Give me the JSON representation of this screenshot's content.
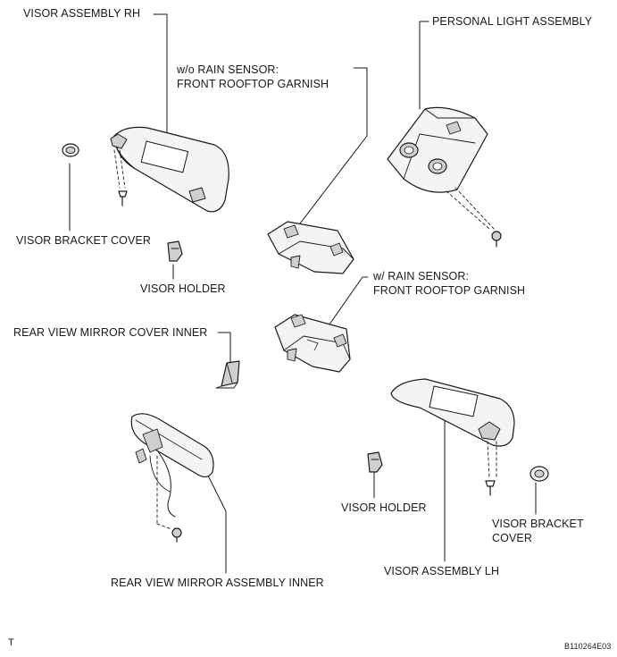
{
  "labels": {
    "visor_assembly_rh": "VISOR ASSEMBLY RH",
    "personal_light_assembly": "PERSONAL LIGHT ASSEMBLY",
    "garnish_wo_sensor_line1": "w/o RAIN SENSOR:",
    "garnish_wo_sensor_line2": "FRONT ROOFTOP GARNISH",
    "visor_bracket_cover_rh": "VISOR BRACKET COVER",
    "visor_holder_rh": "VISOR HOLDER",
    "garnish_w_sensor_line1": "w/ RAIN SENSOR:",
    "garnish_w_sensor_line2": "FRONT ROOFTOP GARNISH",
    "rear_view_mirror_cover_inner": "REAR VIEW MIRROR COVER INNER",
    "visor_holder_lh": "VISOR HOLDER",
    "visor_bracket_cover_lh_line1": "VISOR BRACKET",
    "visor_bracket_cover_lh_line2": "COVER",
    "rear_view_mirror_assembly_inner": "REAR VIEW MIRROR ASSEMBLY INNER",
    "visor_assembly_lh": "VISOR ASSEMBLY LH"
  },
  "footer": {
    "corner_mark": "T",
    "figure_code": "B110264E03"
  },
  "colors": {
    "line": "#1a1a1a",
    "part_fill": "#f4f4f4",
    "part_shade": "#cfcfcf"
  }
}
